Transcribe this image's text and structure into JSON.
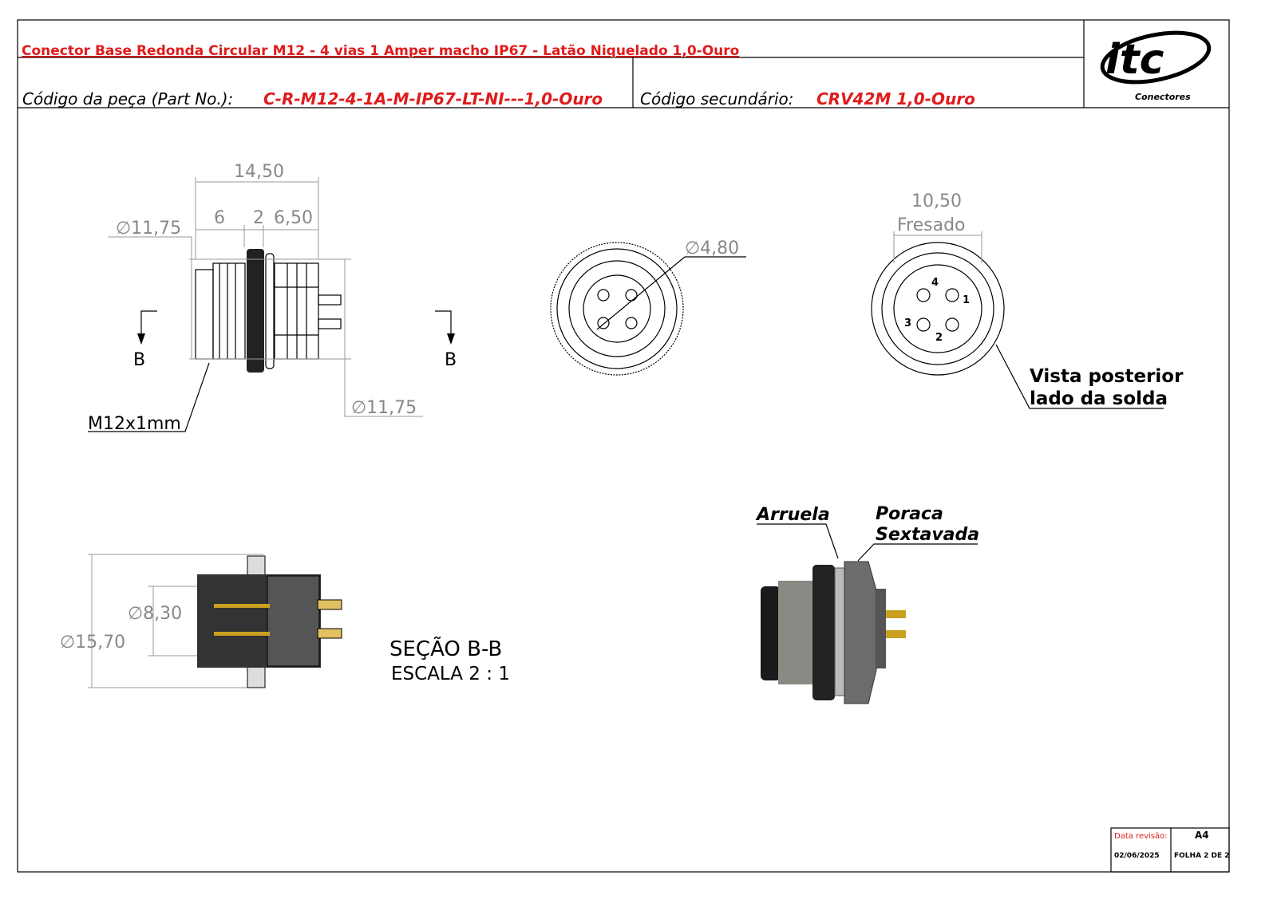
{
  "header": {
    "title": "Conector Base Redonda Circular M12 - 4 vias 1 Amper macho IP67 - Latão Niquelado 1,0-Ouro",
    "part_no_label": "Código da peça (Part No.):",
    "part_no_value": "C-R-M12-4-1A-M-IP67-LT-NI---1,0-Ouro",
    "secondary_label": "Código secundário:",
    "secondary_value": "CRV42M 1,0-Ouro",
    "logo_text": "itc",
    "logo_sub": "Conectores"
  },
  "side_view": {
    "dim_total": "14,50",
    "dim_a": "6",
    "dim_b": "2",
    "dim_c": "6,50",
    "dim_diam_left": "11,75",
    "dim_diam_right": "11,75",
    "thread": "M12x1mm",
    "section_mark": "B"
  },
  "front_view": {
    "dim_diam": "4,80"
  },
  "rear_view": {
    "dim_width": "10,50",
    "dim_note": "Fresado",
    "pins": [
      "1",
      "2",
      "3",
      "4"
    ],
    "label_line1": "Vista posterior",
    "label_line2": "lado da solda"
  },
  "section_view": {
    "dim_outer": "15,70",
    "dim_inner": "8,30",
    "title": "SEÇÃO B-B",
    "scale": "ESCALA 2 : 1"
  },
  "iso_view": {
    "label_washer": "Arruela",
    "label_nut_line1": "Poraca",
    "label_nut_line2": "Sextavada"
  },
  "title_block": {
    "revision_label": "Data revisão:",
    "revision_date": "02/06/2025",
    "size": "A4",
    "sheet": "FOLHA 2 DE 2"
  },
  "colors": {
    "accent": "#e01b1b"
  }
}
